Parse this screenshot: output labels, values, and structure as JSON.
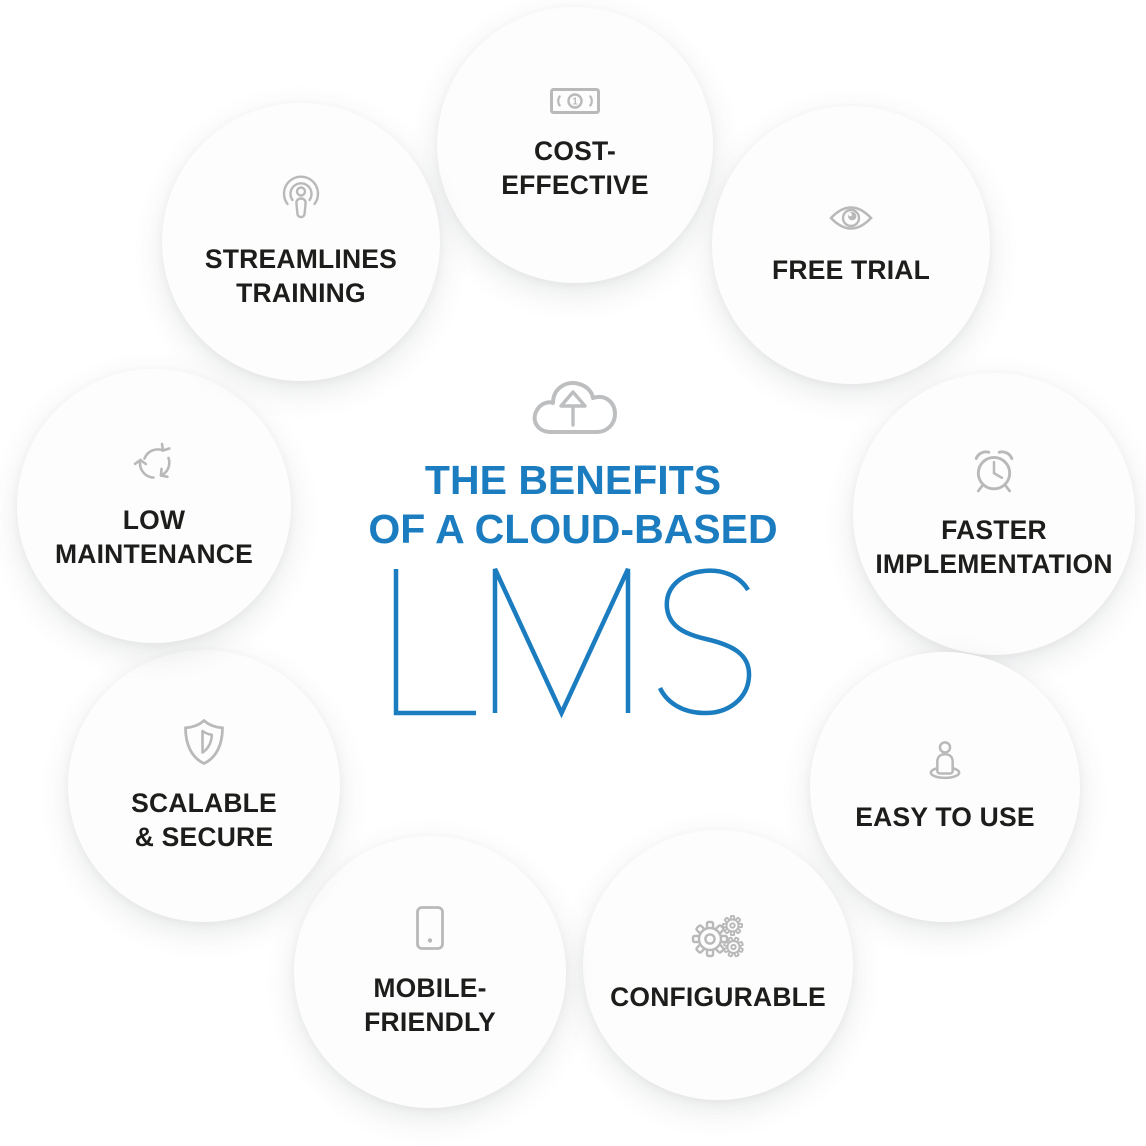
{
  "title": {
    "line1": "THE BENEFITS",
    "line2": "OF A CLOUD-BASED",
    "acronym": "LMS"
  },
  "center_icon": "cloud-upload-icon",
  "colors": {
    "accent_blue": "#1b7dc0",
    "icon_gray": "#b9b9b9",
    "text_dark": "#1d1d1b",
    "circle_fill": "#fdfdfd"
  },
  "benefits": [
    {
      "icon": "banknote-icon",
      "label_lines": [
        "COST-",
        "EFFECTIVE"
      ]
    },
    {
      "icon": "eye-icon",
      "label_lines": [
        "FREE TRIAL"
      ]
    },
    {
      "icon": "alarm-clock-icon",
      "label_lines": [
        "FASTER",
        "IMPLEMENTATION"
      ]
    },
    {
      "icon": "person-icon",
      "label_lines": [
        "EASY TO USE"
      ]
    },
    {
      "icon": "gears-icon",
      "label_lines": [
        "CONFIGURABLE"
      ]
    },
    {
      "icon": "smartphone-icon",
      "label_lines": [
        "MOBILE-",
        "FRIENDLY"
      ]
    },
    {
      "icon": "shield-icon",
      "label_lines": [
        "SCALABLE",
        "& SECURE"
      ]
    },
    {
      "icon": "recycle-icon",
      "label_lines": [
        "LOW",
        "MAINTENANCE"
      ]
    },
    {
      "icon": "podcast-icon",
      "label_lines": [
        "STREAMLINES",
        "TRAINING"
      ]
    }
  ]
}
